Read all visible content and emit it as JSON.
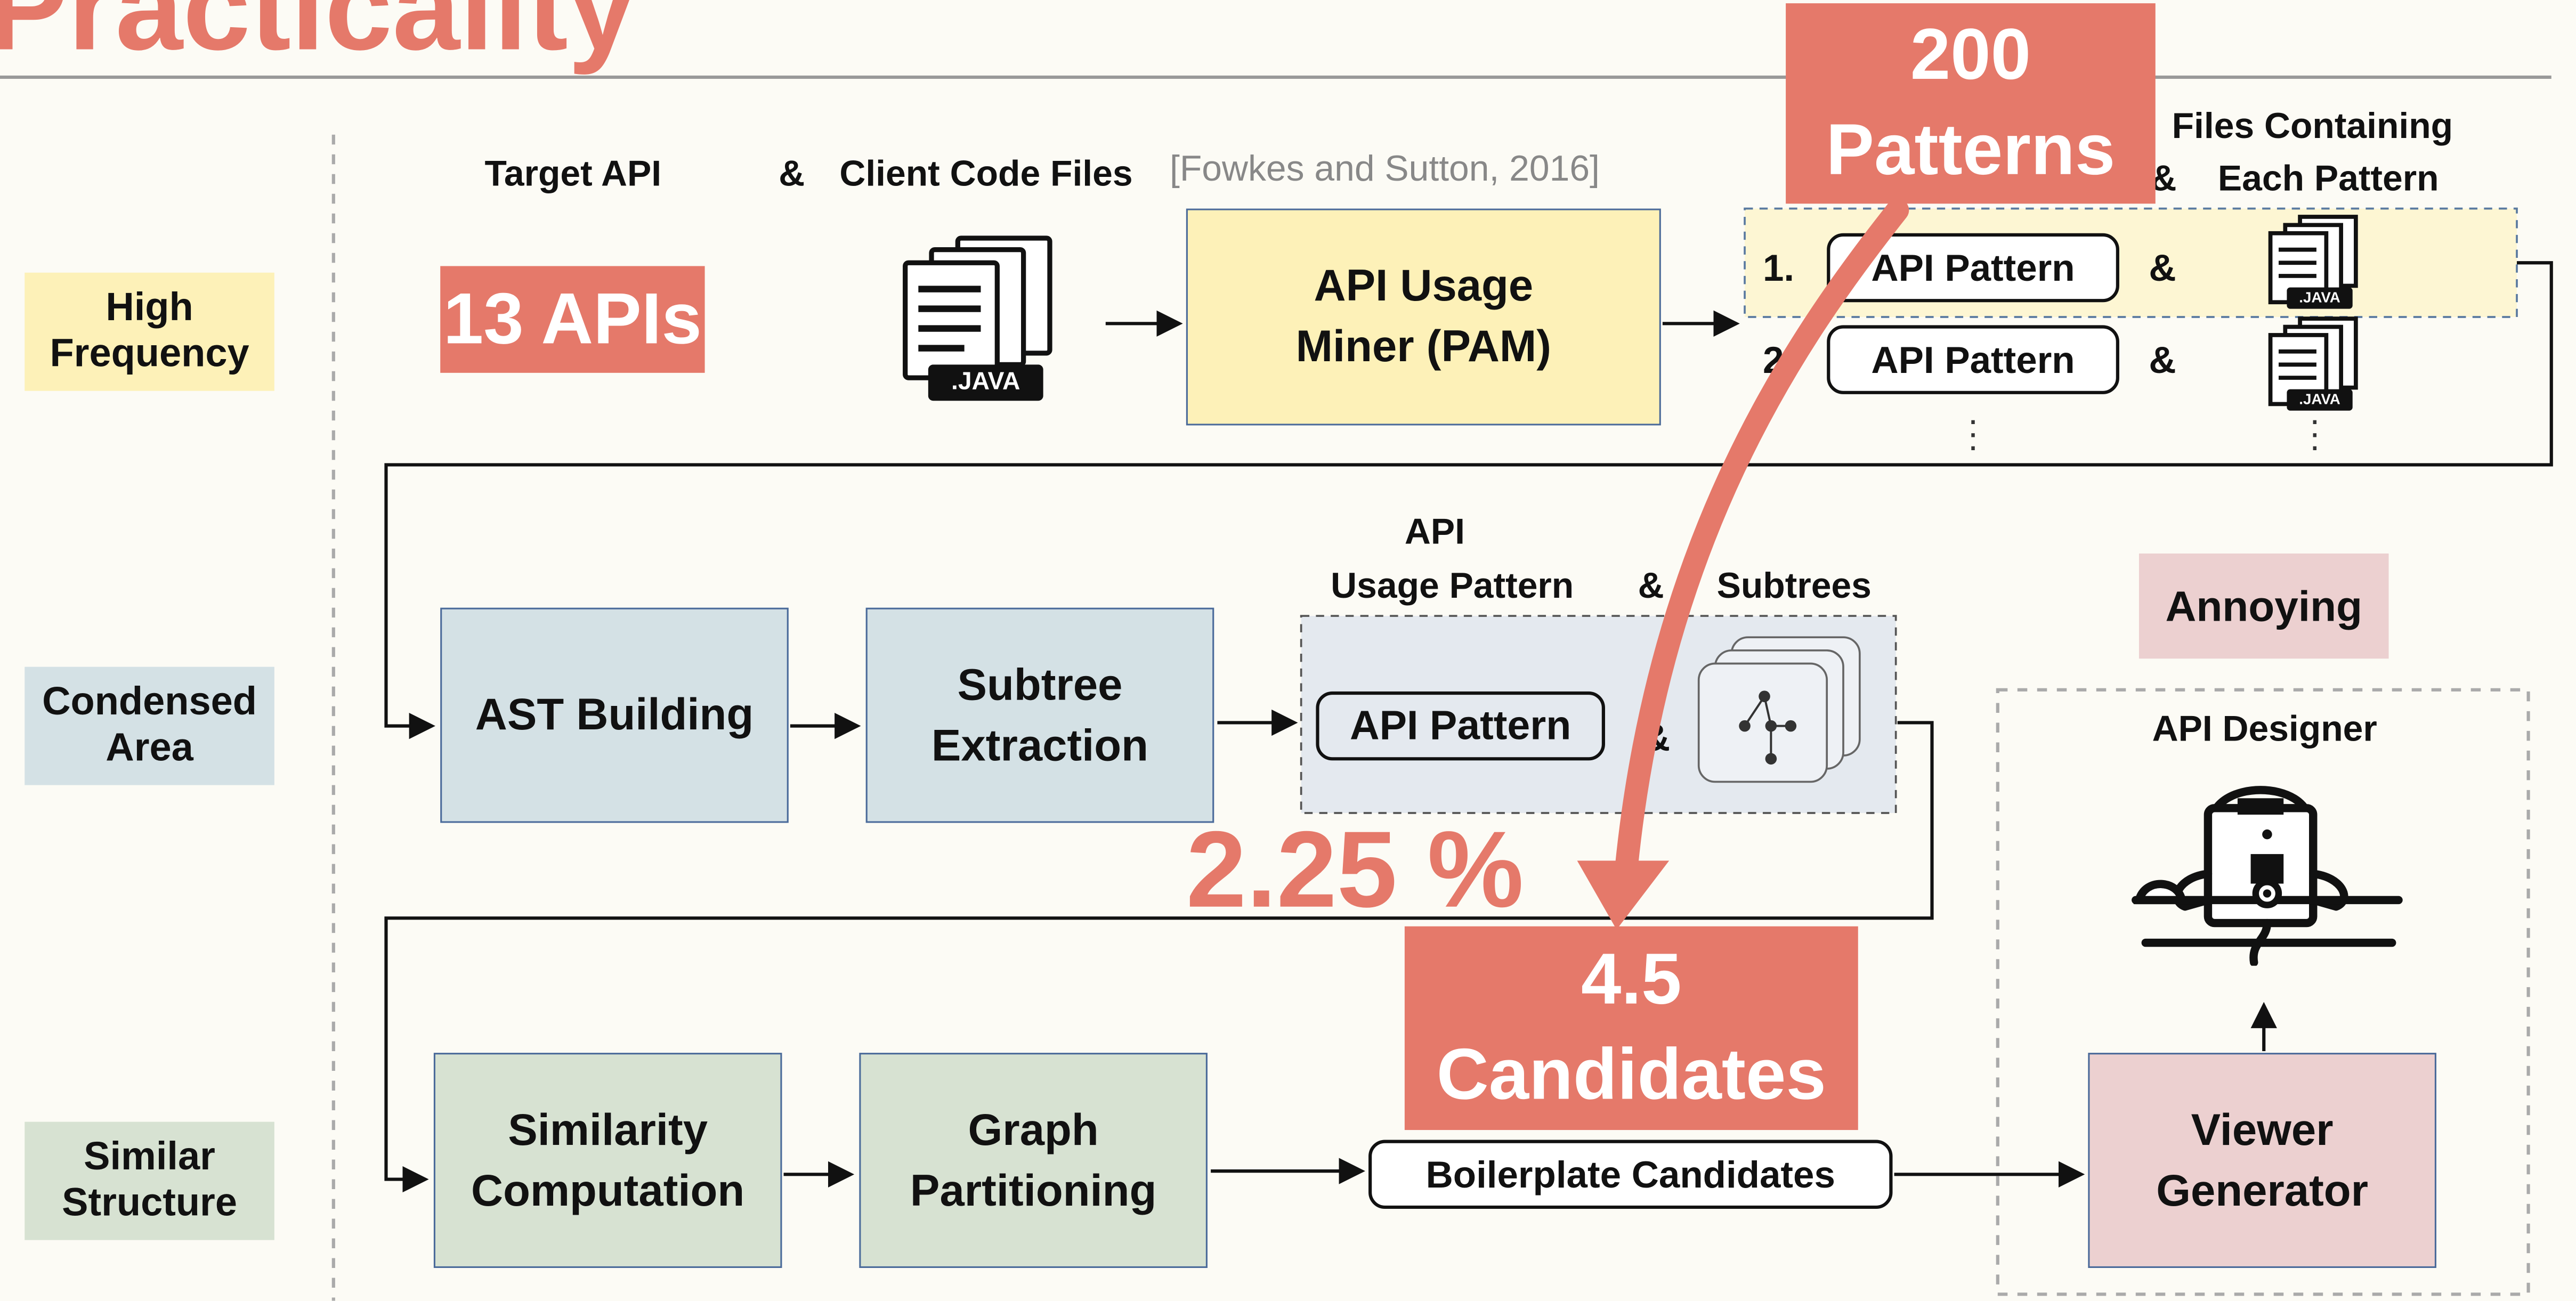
{
  "title": "Practicality",
  "labels": {
    "high_frequency": "High Frequency",
    "condensed_area": "Condensed Area",
    "similar_structure": "Similar Structure"
  },
  "row1": {
    "target_api": "Target API",
    "amp": "&",
    "client_code_files": "Client Code Files",
    "citation": "[Fowkes and Sutton, 2016]",
    "apis_count": "13 APIs",
    "java_ext": ".JAVA",
    "miner": "API Usage Miner (PAM)",
    "files_containing": "Files Containing",
    "each_pattern": "Each Pattern",
    "pattern_label": "API Pattern",
    "item1": "1.",
    "item2": "2."
  },
  "row2": {
    "ast_building": "AST Building",
    "subtree_extraction": "Subtree Extraction",
    "api": "API",
    "usage_pattern": "Usage Pattern",
    "amp": "&",
    "subtrees": "Subtrees",
    "pattern_label": "API Pattern",
    "annoying": "Annoying"
  },
  "row3": {
    "similarity": "Similarity Computation",
    "graph_partitioning": "Graph Partitioning",
    "boilerplate": "Boilerplate Candidates",
    "viewer": "Viewer Generator",
    "api_designer": "API Designer"
  },
  "overlays": {
    "patterns": "200 Patterns",
    "percent": "2.25 %",
    "candidates": "4.5 Candidates"
  },
  "colors": {
    "accent_red": "#e5796a",
    "yellow": "#fdf1b8",
    "blue": "#d4e1e5",
    "green": "#d7e2d2",
    "pink": "#ecd0d0"
  }
}
